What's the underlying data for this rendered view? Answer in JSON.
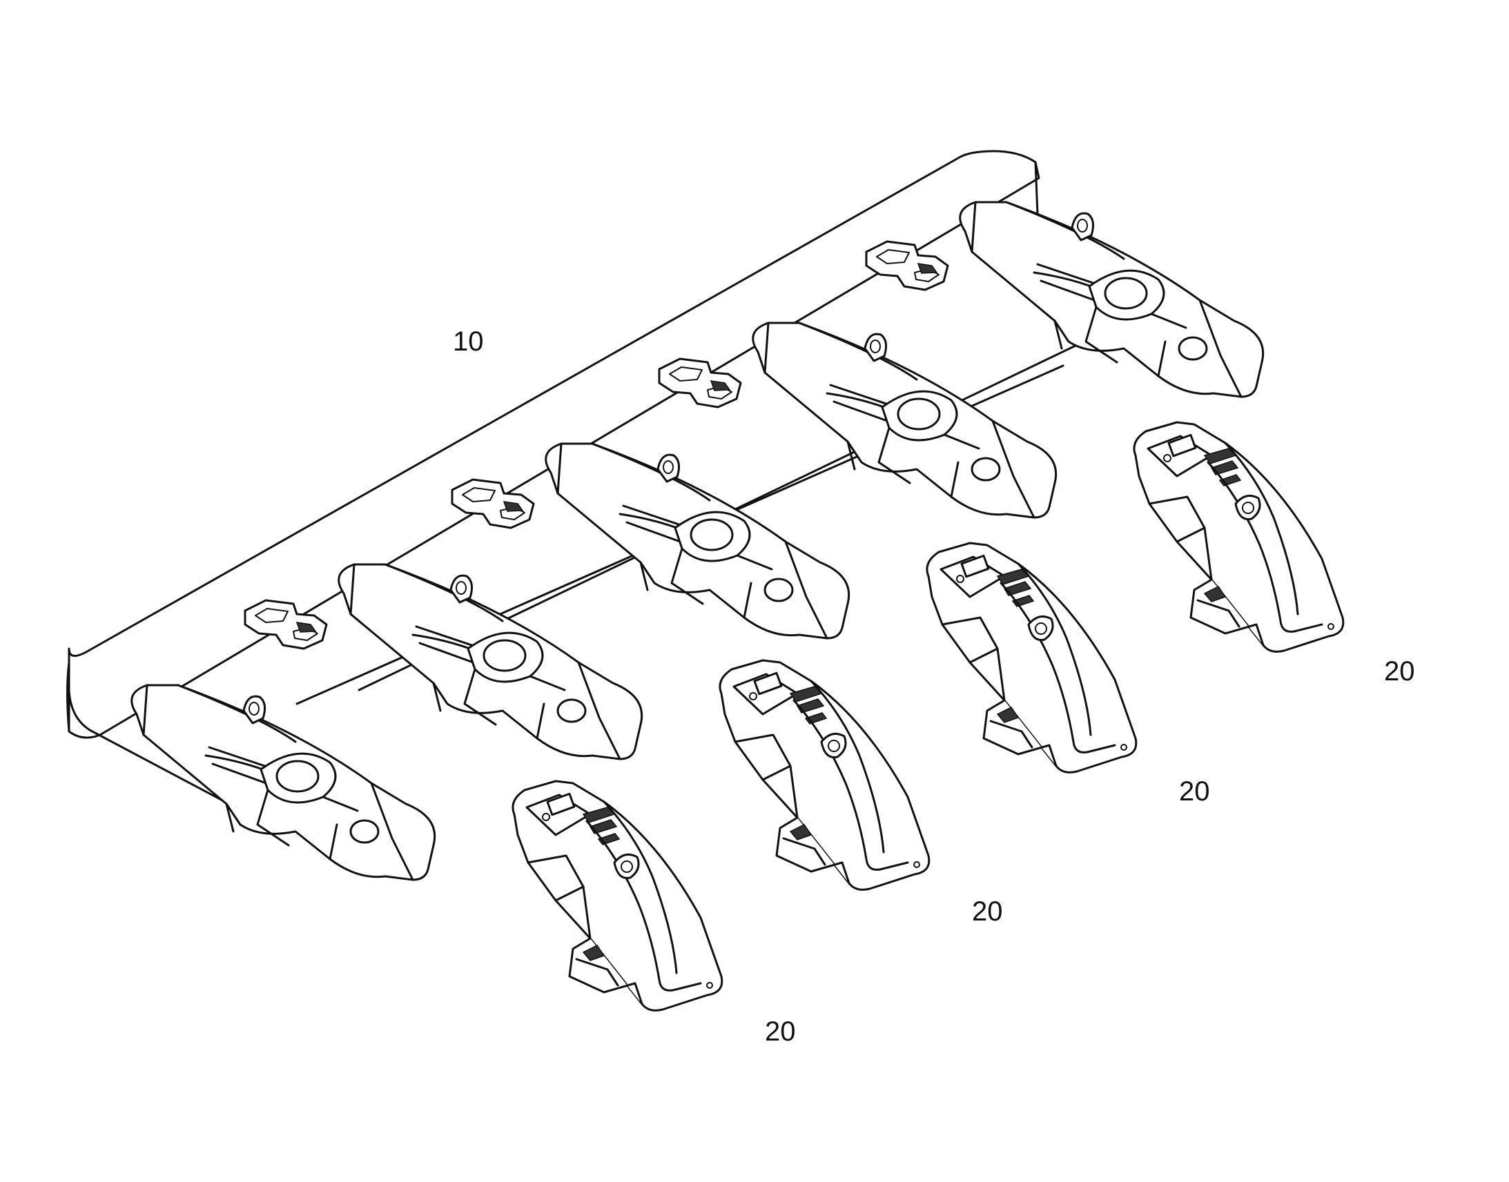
{
  "figure": {
    "labels": {
      "lip": "10",
      "tooth_1": "20",
      "tooth_2": "20",
      "tooth_3": "20",
      "tooth_4": "20"
    },
    "line_color": "#111111",
    "background": "#ffffff"
  }
}
